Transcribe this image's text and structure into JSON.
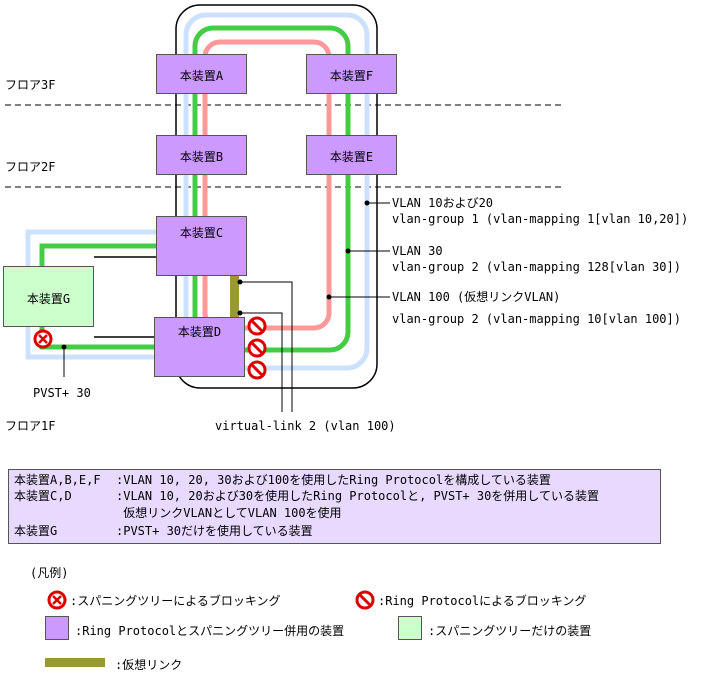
{
  "floors": [
    "フロア3F",
    "フロア2F",
    "フロア1F"
  ],
  "devices": {
    "a": "本装置A",
    "b": "本装置B",
    "c": "本装置C",
    "d": "本装置D",
    "e": "本装置E",
    "f": "本装置F",
    "g": "本装置G"
  },
  "annotations": {
    "vlan1020_line1": "VLAN 10および20",
    "vlan1020_line2": "vlan-group 1 (vlan-mapping 1[vlan 10,20])",
    "vlan30_line1": "VLAN 30",
    "vlan30_line2": "vlan-group 2 (vlan-mapping 128[vlan 30])",
    "vlan100_line1": "VLAN 100 (仮想リンクVLAN)",
    "vlan100_line2": "vlan-group 2 (vlan-mapping 10[vlan 100])",
    "pvst": "PVST+ 30",
    "virtual_link": "virtual-link 2 (vlan 100)"
  },
  "notes": [
    {
      "name": "本装置A,B,E,F",
      "desc": ":VLAN 10, 20, 30および100を使用したRing Protocolを構成している装置"
    },
    {
      "name": "本装置C,D",
      "desc": ":VLAN 10, 20および30を使用したRing Protocolと, PVST+ 30を併用している装置"
    },
    {
      "name": "",
      "desc": " 仮想リンクVLANとしてVLAN 100を使用"
    },
    {
      "name": "本装置G",
      "desc": ":PVST+ 30だけを使用している装置"
    }
  ],
  "legend": {
    "title": "(凡例)",
    "stp_block": ":スパニングツリーによるブロッキング",
    "ring_block": ":Ring Protocolによるブロッキング",
    "combined_device": ":Ring Protocolとスパニングツリー併用の装置",
    "stp_device": ":スパニングツリーだけの装置",
    "virtual_link": ":仮想リンク"
  },
  "colors": {
    "vlan1020": "#cce0ff",
    "vlan30": "#44cc44",
    "vlan100": "#ff9999",
    "virtual_link": "#999933",
    "combined_device": "#cc99ff",
    "stp_device": "#ccffcc",
    "note_bg": "#e8d9ff",
    "block_red": "#dd0000"
  }
}
